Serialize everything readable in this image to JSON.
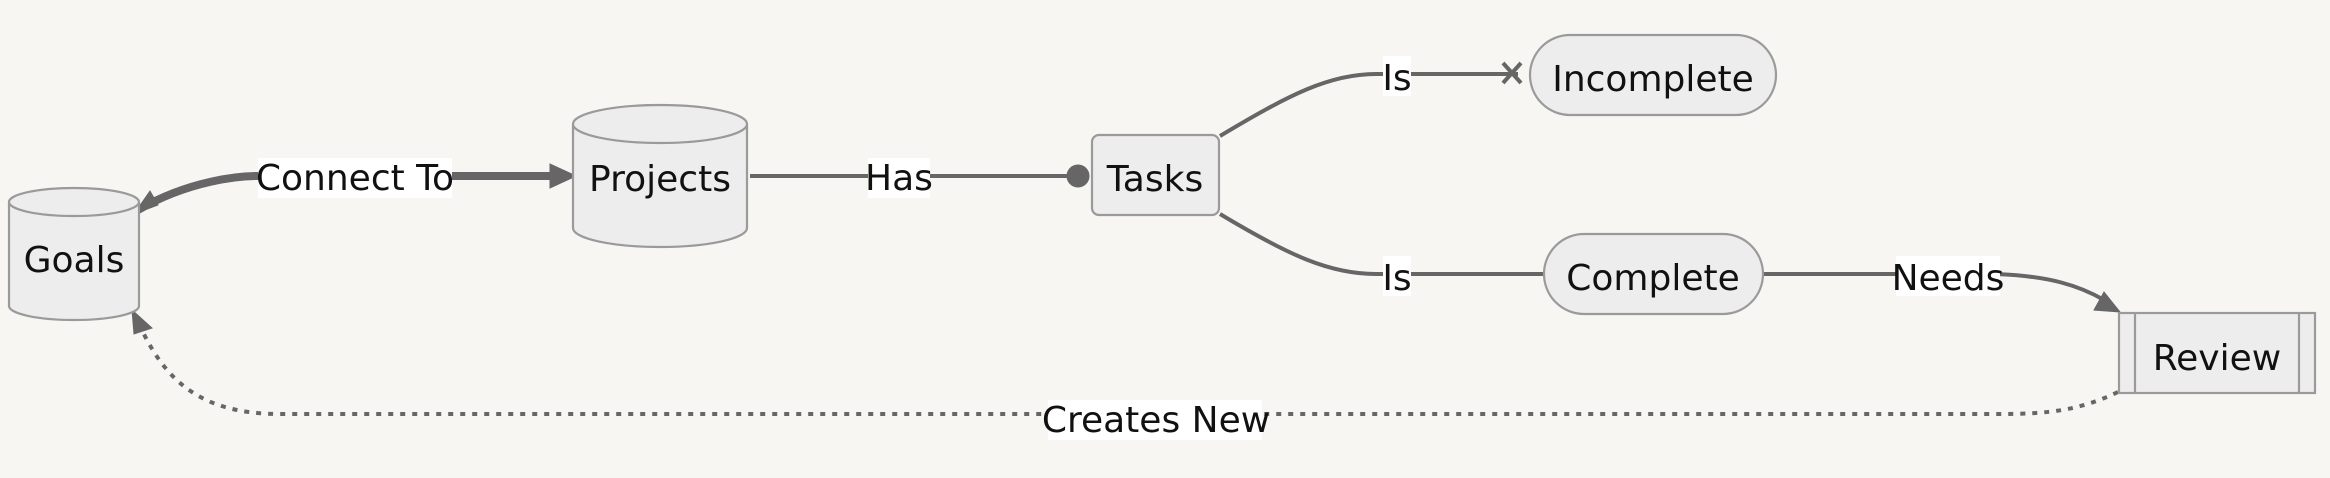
{
  "nodes": {
    "goals": {
      "label": "Goals",
      "shape": "cylinder"
    },
    "projects": {
      "label": "Projects",
      "shape": "cylinder"
    },
    "tasks": {
      "label": "Tasks",
      "shape": "rounded-rectangle"
    },
    "incomplete": {
      "label": "Incomplete",
      "shape": "stadium"
    },
    "complete": {
      "label": "Complete",
      "shape": "stadium"
    },
    "review": {
      "label": "Review",
      "shape": "subroutine"
    }
  },
  "edges": {
    "projects_goals": {
      "label": "Connect To",
      "from": "Projects",
      "to": "Goals",
      "style": "thick",
      "arrows": "both"
    },
    "projects_tasks": {
      "label": "Has",
      "from": "Projects",
      "to": "Tasks",
      "style": "solid",
      "end": "circle"
    },
    "tasks_incomplete": {
      "label": "Is",
      "from": "Tasks",
      "to": "Incomplete",
      "style": "solid",
      "end": "cross"
    },
    "tasks_complete": {
      "label": "Is",
      "from": "Tasks",
      "to": "Complete",
      "style": "solid",
      "end": "none"
    },
    "complete_review": {
      "label": "Needs",
      "from": "Complete",
      "to": "Review",
      "style": "solid",
      "end": "arrow"
    },
    "review_goals": {
      "label": "Creates New",
      "from": "Review",
      "to": "Goals",
      "style": "dotted",
      "end": "arrow"
    }
  },
  "colors": {
    "background": "#f7f6f3",
    "node_fill": "#ededed",
    "node_stroke": "#9a9a9a",
    "edge": "#666666",
    "text": "#111111"
  }
}
